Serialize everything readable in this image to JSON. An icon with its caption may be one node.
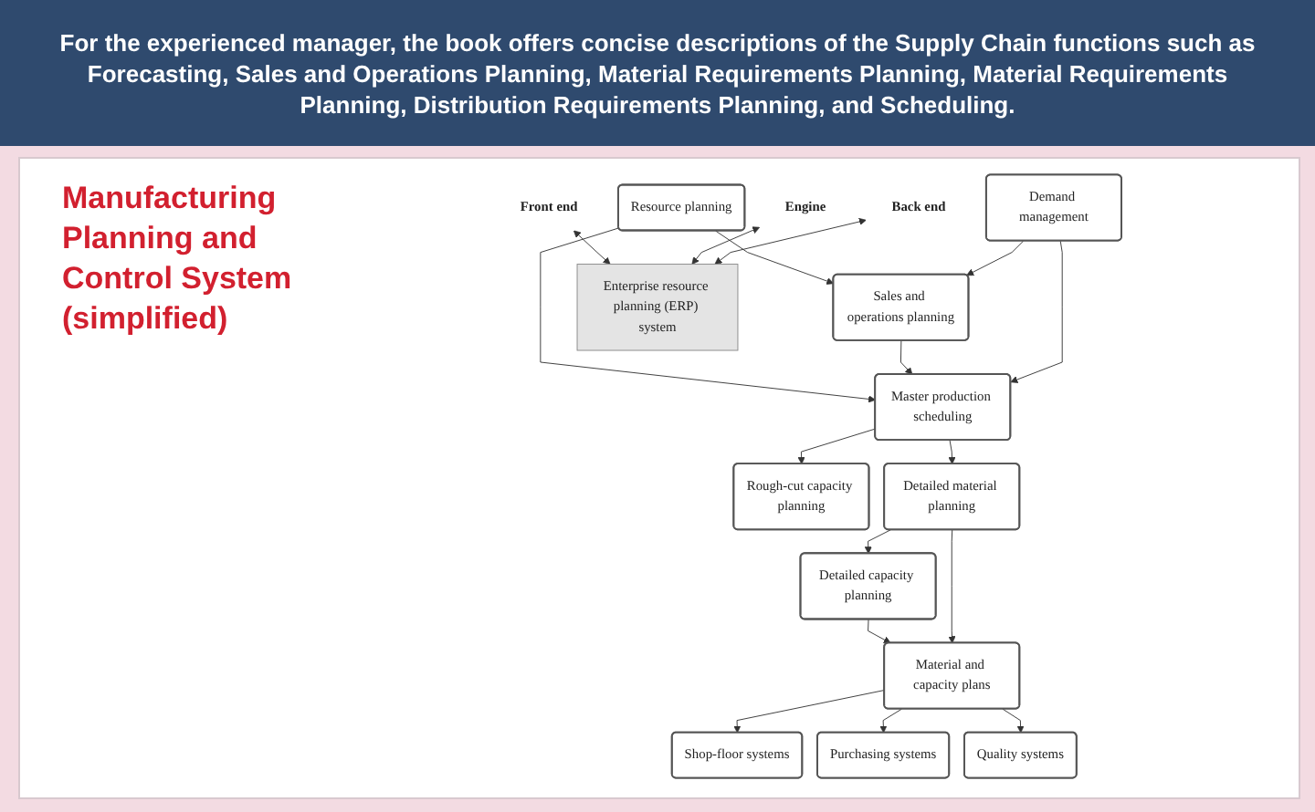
{
  "diagram": {
    "title": "For the experienced manager, the book offers concise descriptions of the Supply Chain functions such as Forecasting, Sales and Operations Planning, Material Requirements Planning, Material Requirements Planning, Distribution Requirements Planning, and Scheduling.",
    "nodes": [
      {
        "text": [
          "Resource planning"
        ]
      },
      {
        "text": [
          "Sales and operations planning"
        ]
      },
      {
        "text": [
          "Demand management"
        ]
      },
      {
        "text": [
          "Rough-cut capacity planning"
        ]
      },
      {
        "text": [
          "Master production scheduling"
        ]
      },
      {
        "text": [
          "Detailed capacity planning"
        ]
      },
      {
        "text": [
          "Detailed material planning"
        ]
      },
      {
        "text": [
          "Material and capacity plans"
        ]
      },
      {
        "text": [
          "Shop-floor systems"
        ]
      },
      {
        "text": [
          "Purchasing systems"
        ]
      },
      {
        "text": [
          "Quality systems"
        ]
      },
      {
        "text": [
          "Front end"
        ]
      },
      {
        "text": [
          "Engine"
        ]
      },
      {
        "text": [
          "Back end"
        ]
      },
      {
        "text": [
          "Enterprise resource planning (ERP) system"
        ]
      }
    ],
    "edges": [
      {
        "from": 0,
        "to": 1,
        "arrow": "to"
      },
      {
        "from": 2,
        "to": 1,
        "arrow": "to"
      },
      {
        "from": 0,
        "to": 4,
        "arrow": "to"
      },
      {
        "from": 1,
        "to": 4,
        "arrow": "to"
      },
      {
        "from": 2,
        "to": 4,
        "arrow": "to"
      },
      {
        "from": 4,
        "to": 3,
        "arrow": "to"
      },
      {
        "from": 4,
        "to": 6,
        "arrow": "to"
      },
      {
        "from": 6,
        "to": 5,
        "arrow": "to"
      },
      {
        "from": 5,
        "to": 7,
        "arrow": "to"
      },
      {
        "from": 6,
        "to": 7,
        "arrow": "to"
      },
      {
        "from": 7,
        "to": 8,
        "arrow": "to"
      },
      {
        "from": 7,
        "to": 9,
        "arrow": "to"
      },
      {
        "from": 7,
        "to": 10,
        "arrow": "to"
      },
      {
        "from": 11,
        "to": 14,
        "arrow": "both"
      },
      {
        "from": 12,
        "to": 14,
        "arrow": "both"
      },
      {
        "from": 13,
        "to": 14,
        "arrow": "both"
      }
    ],
    "labels": [
      "Manufacturing Planning and Control System (simplified)"
    ]
  }
}
